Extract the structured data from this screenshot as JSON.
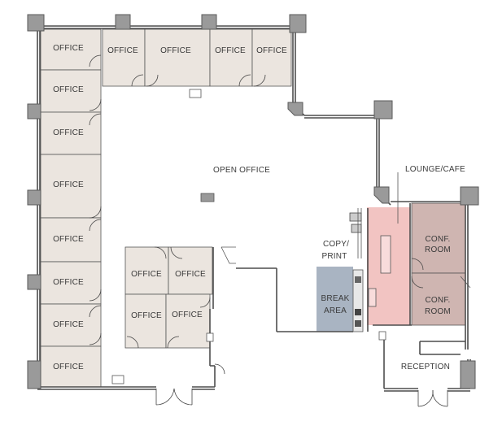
{
  "colors": {
    "office_fill": "#ebe5df",
    "lounge_fill": "#f2c4c2",
    "break_fill": "#a9b4c2",
    "conf_fill": "#cfb5b1",
    "column_fill": "#9a9a9a",
    "wall": "#4d4d4d"
  },
  "rooms": {
    "office_left_1": "OFFICE",
    "office_left_2": "OFFICE",
    "office_left_3": "OFFICE",
    "office_left_4": "OFFICE",
    "office_left_5": "OFFICE",
    "office_left_6": "OFFICE",
    "office_left_7": "OFFICE",
    "office_left_8": "OFFICE",
    "office_top_1": "OFFICE",
    "office_top_2": "OFFICE",
    "office_top_3": "OFFICE",
    "office_top_4": "OFFICE",
    "office_center_1": "OFFICE",
    "office_center_2": "OFFICE",
    "office_center_3": "OFFICE",
    "office_center_4": "OFFICE",
    "open_office": "OPEN OFFICE",
    "lounge_cafe": "LOUNGE/CAFE",
    "copy_print_1": "COPY/",
    "copy_print_2": "PRINT",
    "break_area_1": "BREAK",
    "break_area_2": "AREA",
    "conf_room_1_a": "CONF.",
    "conf_room_1_b": "ROOM",
    "conf_room_2_a": "CONF.",
    "conf_room_2_b": "ROOM",
    "reception": "RECEPTION"
  }
}
